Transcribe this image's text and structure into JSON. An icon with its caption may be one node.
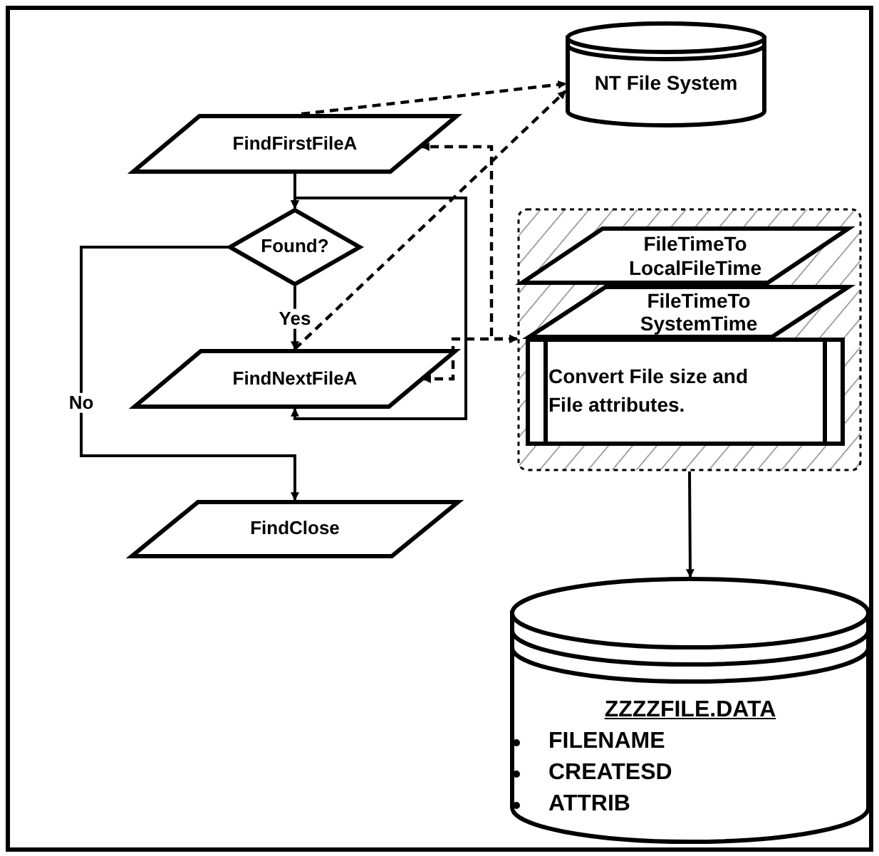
{
  "diagram": {
    "nodes": [
      {
        "text": [
          "NT File System"
        ]
      },
      {
        "text": [
          "FindFirstFileA"
        ]
      },
      {
        "text": [
          "Found?"
        ]
      },
      {
        "text": [
          "FindNextFileA"
        ]
      },
      {
        "text": [
          "FindClose"
        ]
      },
      {
        "text": [],
        "shape": "box"
      },
      {
        "text": [
          "FileTimeTo LocalFileTime"
        ],
        "in": 5
      },
      {
        "text": [
          "FileTimeTo SystemTime"
        ],
        "in": 5
      },
      {
        "text": [
          "Convert File size and File attributes."
        ],
        "in": 5
      },
      {
        "text": [
          "ZZZZFILE.DATA",
          "FILENAME",
          "CREATESD",
          "ATTRIB"
        ]
      }
    ],
    "edges": [
      {
        "from": 1,
        "to": 2,
        "arrow": "to"
      },
      {
        "from": 2,
        "to": 3,
        "arrow": "to",
        "label": "Yes"
      },
      {
        "from": 2,
        "to": 4,
        "arrow": "to",
        "label": "No"
      },
      {
        "from": 3,
        "to": 2,
        "arrow": "both"
      },
      {
        "from": 1,
        "to": 0,
        "arrow": "to",
        "style": "dashed"
      },
      {
        "from": 3,
        "to": 0,
        "arrow": "to",
        "style": "dashed"
      },
      {
        "from": 5,
        "to": 1,
        "arrow": "both",
        "style": "dashed"
      },
      {
        "from": 5,
        "to": 3,
        "arrow": "both",
        "style": "dashed"
      },
      {
        "from": 5,
        "to": 9,
        "arrow": "to"
      }
    ]
  }
}
